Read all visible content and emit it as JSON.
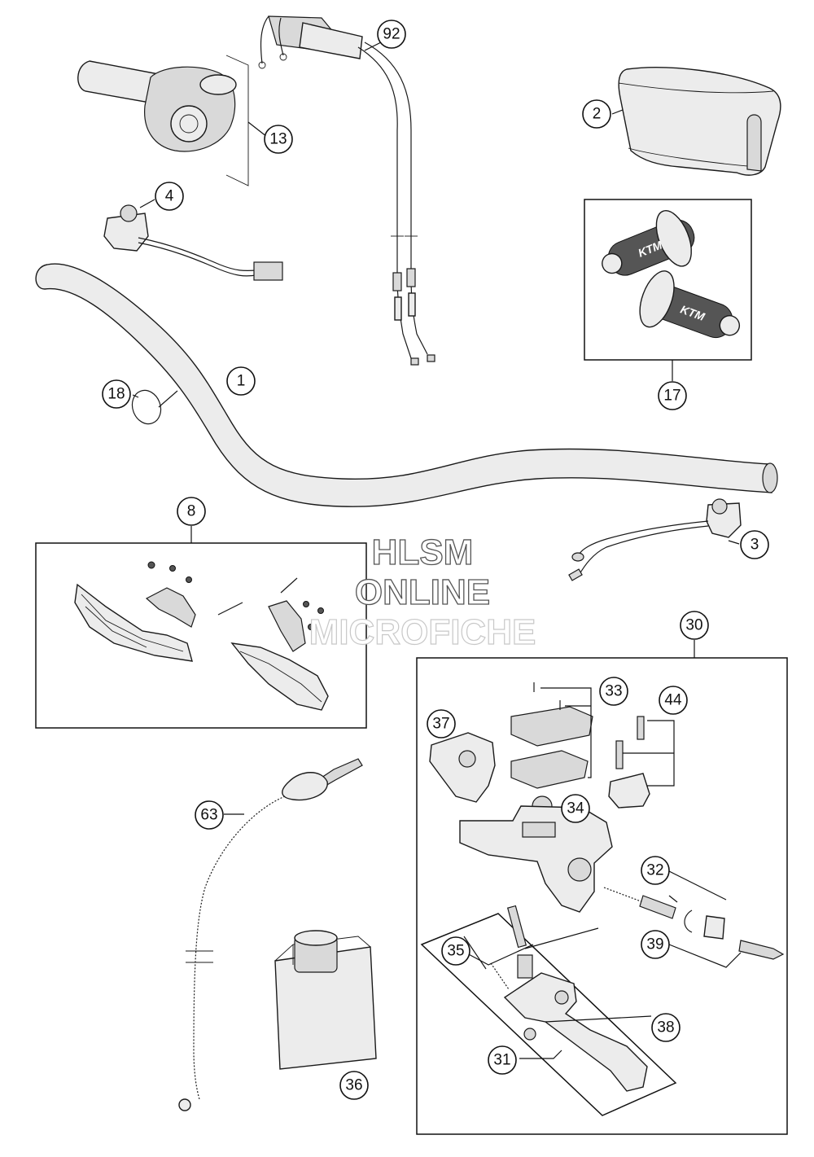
{
  "watermark": {
    "line1": "HLSM",
    "line2": "ONLINE",
    "line3": "MICROFICHE"
  },
  "callouts": {
    "c1": "1",
    "c2": "2",
    "c3": "3",
    "c4": "4",
    "c8": "8",
    "c13": "13",
    "c17": "17",
    "c18": "18",
    "c30": "30",
    "c31": "31",
    "c32": "32",
    "c33": "33",
    "c34": "34",
    "c35": "35",
    "c36": "36",
    "c37": "37",
    "c38": "38",
    "c39": "39",
    "c44": "44",
    "c63": "63",
    "c92": "92"
  },
  "grip_logo": "KTM"
}
